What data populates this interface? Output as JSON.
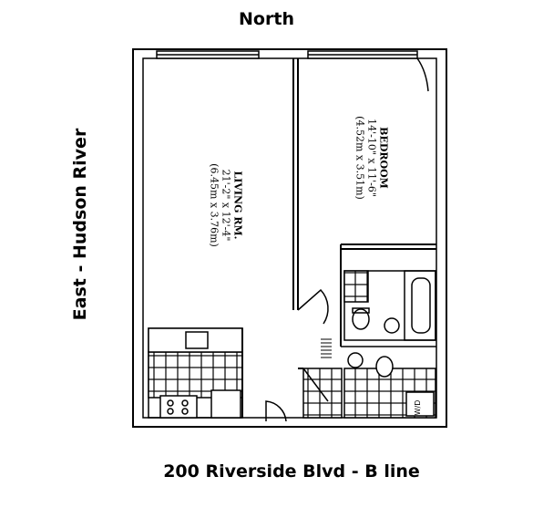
{
  "labels": {
    "north": "North",
    "east": "East - Hudson River",
    "footer": "200 Riverside Blvd - B line"
  },
  "rooms": {
    "living": {
      "name": "LIVING RM.",
      "dim_imperial": "21'-2\" x 12'-4\"",
      "dim_metric": "(6.45m x 3.76m)"
    },
    "bedroom": {
      "name": "BEDROOM",
      "dim_imperial": "14'-10\" x 11'-6\"",
      "dim_metric": "(4.52m x 3.51m)"
    }
  },
  "fixtures": {
    "washer_dryer": "W/D"
  },
  "colors": {
    "ink": "#000000",
    "background": "#ffffff"
  }
}
